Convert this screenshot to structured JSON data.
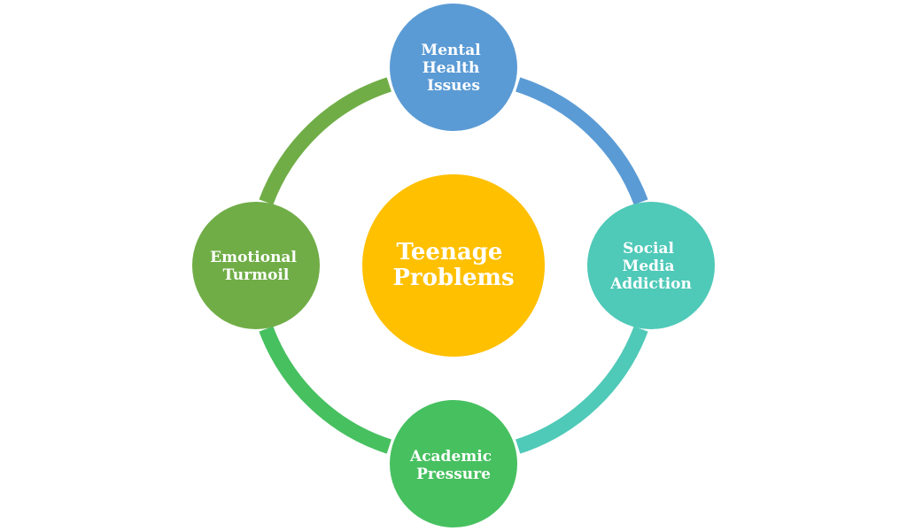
{
  "diagram": {
    "center": {
      "lines": [
        "Teenage",
        "Problems"
      ],
      "color": "#FFC000"
    },
    "nodes": [
      {
        "id": "mental-health",
        "lines": [
          "Mental",
          "Health",
          "Issues"
        ],
        "color": "#5B9BD5"
      },
      {
        "id": "social-media",
        "lines": [
          "Social",
          "Media",
          "Addiction"
        ],
        "color": "#4FC9B8"
      },
      {
        "id": "academic",
        "lines": [
          "Academic",
          "Pressure"
        ],
        "color": "#47C060"
      },
      {
        "id": "emotional",
        "lines": [
          "Emotional",
          "Turmoil"
        ],
        "color": "#70AD47"
      }
    ],
    "arc_colors": [
      "#5B9BD5",
      "#4FC9B8",
      "#47C060",
      "#70AD47"
    ]
  }
}
